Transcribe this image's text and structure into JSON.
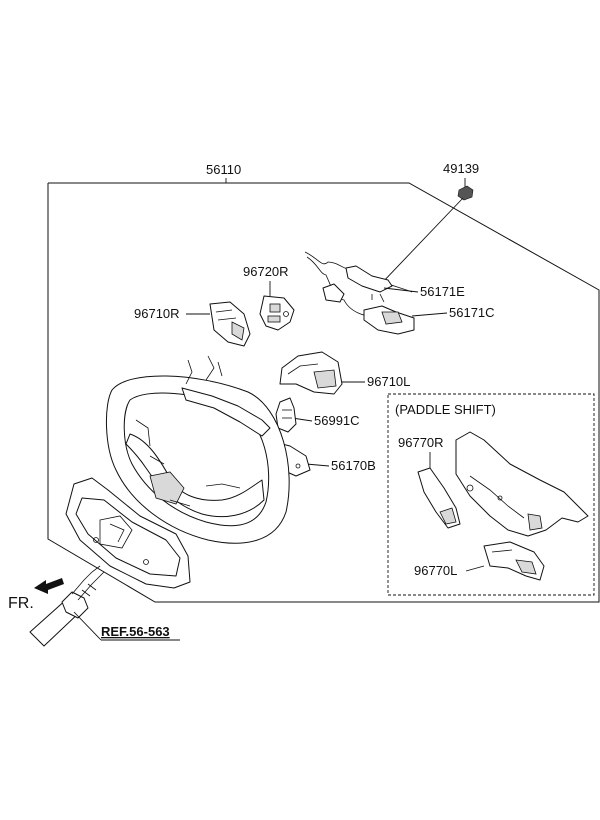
{
  "labels": {
    "assembly": "56110",
    "clip": "49139",
    "wiring_e": "56171E",
    "wiring_c": "56171C",
    "switch_r_upper": "96720R",
    "switch_r": "96710R",
    "switch_l": "96710L",
    "connector_c": "56991C",
    "cover_b": "56170B",
    "paddle_r": "96770R",
    "paddle_l": "96770L"
  },
  "paddle_shift_title": "(PADDLE SHIFT)",
  "front_label": "FR.",
  "reference_label": "REF.56-563"
}
